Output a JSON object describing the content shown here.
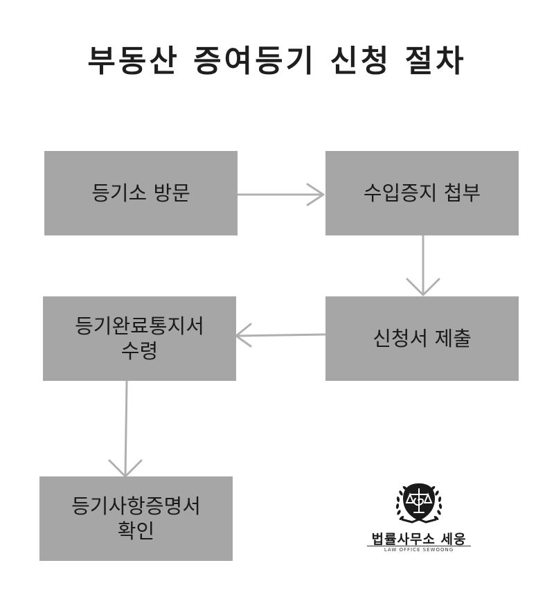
{
  "title": "부동산 증여등기 신청 절차",
  "steps": [
    {
      "label": "등기소 방문"
    },
    {
      "label": "수입증지 첩부"
    },
    {
      "label": "신청서 제출"
    },
    {
      "label": "등기완료통지서\n수령"
    },
    {
      "label": "등기사항증명서\n확인"
    }
  ],
  "logo": {
    "name": "법률사무소 세웅",
    "subtitle": "LAW OFFICE SEWOONG",
    "emblem": "scales-of-justice-laurel-icon"
  },
  "colors": {
    "box": "#a6a6a6",
    "arrow": "#b0b0b0",
    "title": "#1e1e1e"
  }
}
